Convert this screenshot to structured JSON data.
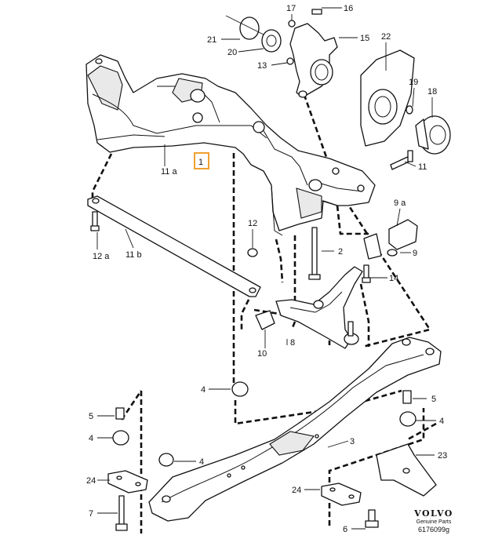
{
  "callouts": {
    "c1": "1",
    "c1a": "11 a",
    "c1b": "11 b",
    "c2": "2",
    "c2a": "12 a",
    "c3": "3",
    "c4a": "4",
    "c4b": "4",
    "c4c": "4",
    "c4d": "4",
    "c5a": "5",
    "c5b": "5",
    "c6": "6",
    "c7": "7",
    "c8": "8",
    "c9": "9",
    "c9a": "9 a",
    "c10": "10",
    "c11": "11",
    "c12": "12",
    "c13": "13",
    "c14": "14",
    "c15": "15",
    "c16": "16",
    "c17": "17",
    "c18": "18",
    "c19": "19",
    "c20": "20",
    "c21": "21",
    "c22": "22",
    "c23": "23",
    "c24a": "24",
    "c24b": "24"
  },
  "brand": {
    "logo": "VOLVO",
    "subtitle": "Genuine Parts",
    "code": "6176099g"
  },
  "colors": {
    "highlight": "#f0a030",
    "ink": "#111111"
  }
}
